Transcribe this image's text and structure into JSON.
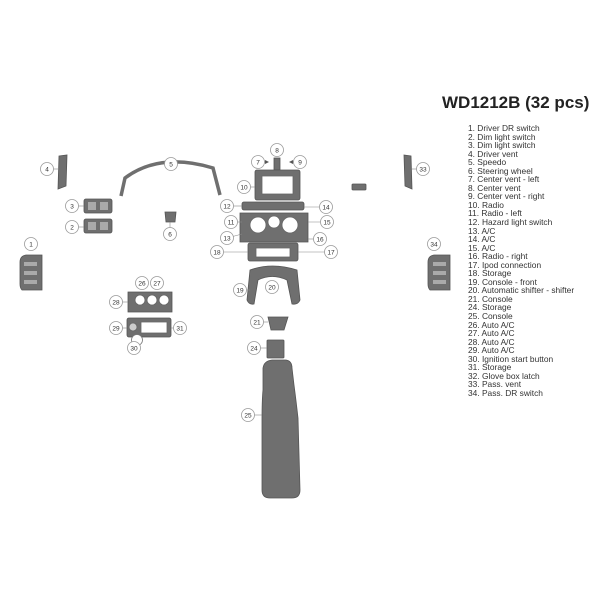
{
  "title": "WD1212B (32 pcs)",
  "legend": [
    "1. Driver DR switch",
    "2. Dim light switch",
    "3. Dim light switch",
    "4. Driver vent",
    "5. Speedo",
    "6. Steering wheel",
    "7. Center vent - left",
    "8. Center vent",
    "9. Center vent - right",
    "10. Radio",
    "11. Radio - left",
    "12. Hazard light switch",
    "13. A/C",
    "14. A/C",
    "15. A/C",
    "16. Radio - right",
    "17. Ipod connection",
    "18. Storage",
    "19. Console - front",
    "20. Automatic shifter - shifter",
    "21. Console",
    "24. Storage",
    "25. Console",
    "26. Auto A/C",
    "27. Auto A/C",
    "28. Auto A/C",
    "29. Auto A/C",
    "30. Ignition start button",
    "31. Storage",
    "32. Glove box latch",
    "33. Pass. vent",
    "34. Pass. DR switch"
  ],
  "callouts": [
    "1",
    "2",
    "3",
    "4",
    "5",
    "6",
    "7",
    "8",
    "9",
    "10",
    "11",
    "12",
    "13",
    "14",
    "15",
    "16",
    "17",
    "18",
    "19",
    "20",
    "21",
    "24",
    "25",
    "26",
    "27",
    "28",
    "29",
    "30",
    "31",
    "33",
    "34"
  ],
  "colors": {
    "part_fill": "#6f6f6f",
    "part_stroke": "#555555",
    "callout_stroke": "#9a9a9a",
    "leader": "#888888",
    "text": "#333333"
  }
}
